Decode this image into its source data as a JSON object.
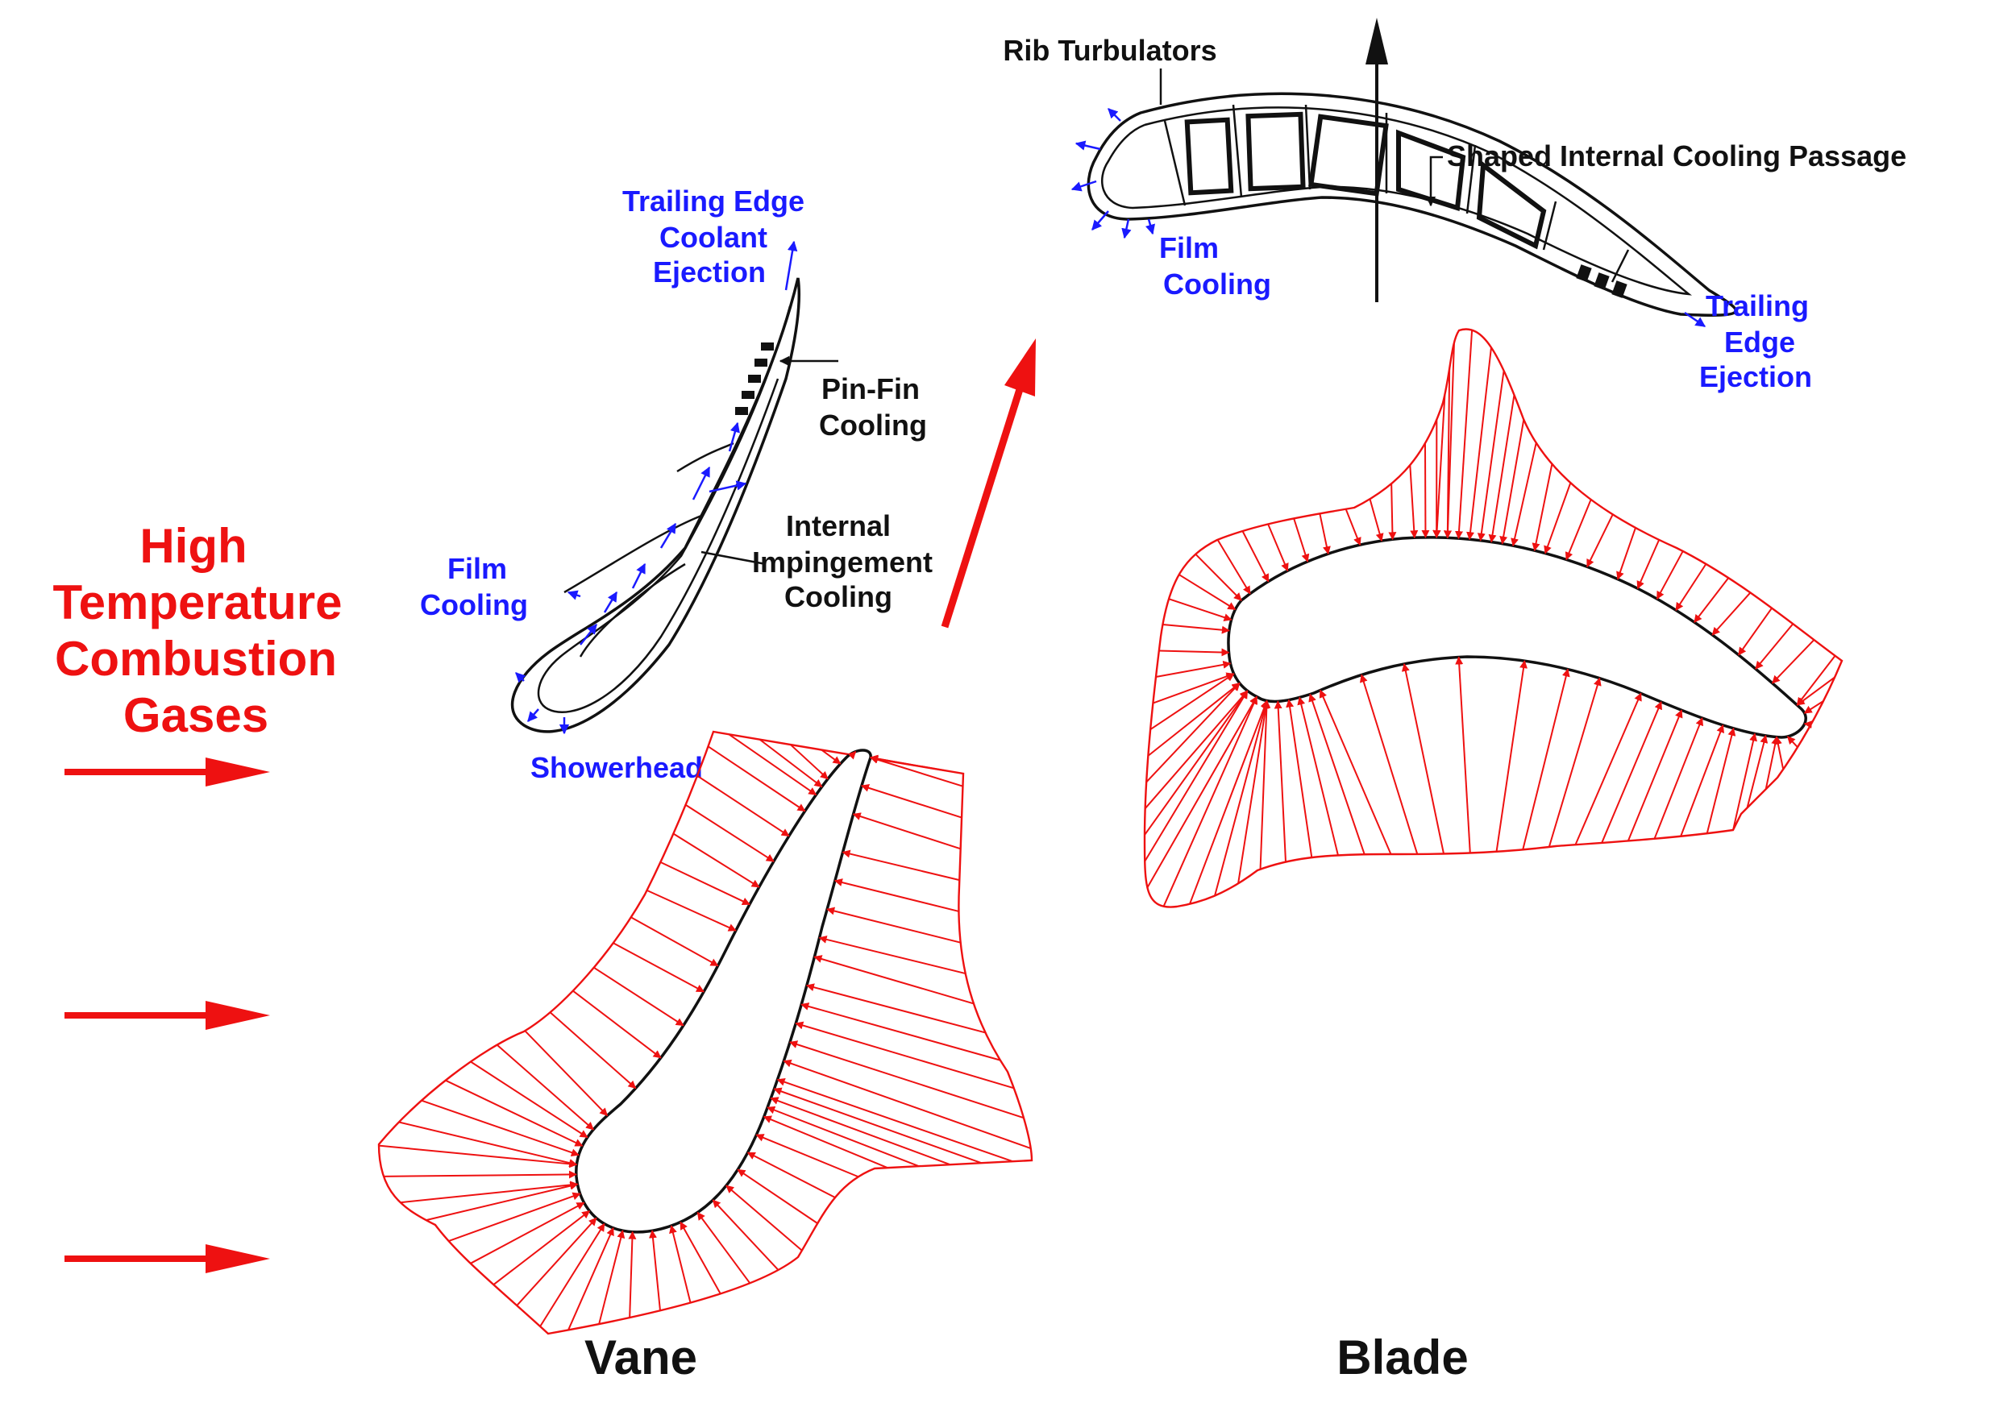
{
  "colors": {
    "pressure": "#ee1111",
    "coolant_label": "#1a1aff",
    "structure": "#111111",
    "background": "#ffffff"
  },
  "labels": {
    "gases": [
      "High",
      "Temperature",
      "Combustion",
      "Gases"
    ],
    "vane_title": "Vane",
    "blade_title": "Blade",
    "vane_trailing_edge": [
      "Trailing Edge",
      "Coolant",
      "Ejection"
    ],
    "vane_pin_fin": [
      "Pin-Fin",
      "Cooling"
    ],
    "vane_impingement": [
      "Internal",
      "Impingement",
      "Cooling"
    ],
    "vane_film": [
      "Film",
      "Cooling"
    ],
    "vane_showerhead": "Showerhead",
    "blade_rib": "Rib Turbulators",
    "blade_shaped_passage": "Shaped Internal Cooling Passage",
    "blade_film": [
      "Film",
      "Cooling"
    ],
    "blade_trailing_edge": [
      "Trailing",
      "Edge",
      "Ejection"
    ]
  },
  "icons": {
    "flow_arrows": "right-arrow-icon",
    "rotation_arrow": "up-arrow-icon",
    "relative_flow_arrow": "diagonal-arrow-icon"
  }
}
